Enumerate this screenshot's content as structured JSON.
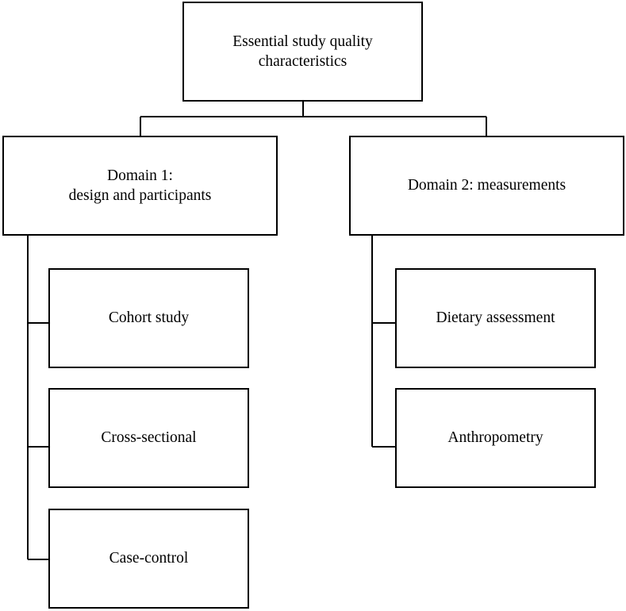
{
  "diagram": {
    "root": {
      "label": "Essential study quality\ncharacteristics"
    },
    "domains": [
      {
        "label": "Domain 1:\ndesign and participants",
        "children": [
          "Cohort study",
          "Cross-sectional",
          "Case-control"
        ]
      },
      {
        "label": "Domain 2: measurements",
        "children": [
          "Dietary assessment",
          "Anthropometry"
        ]
      }
    ]
  },
  "colors": {
    "line": "#000000",
    "box_fill": "#ffffff",
    "text": "#000000"
  }
}
